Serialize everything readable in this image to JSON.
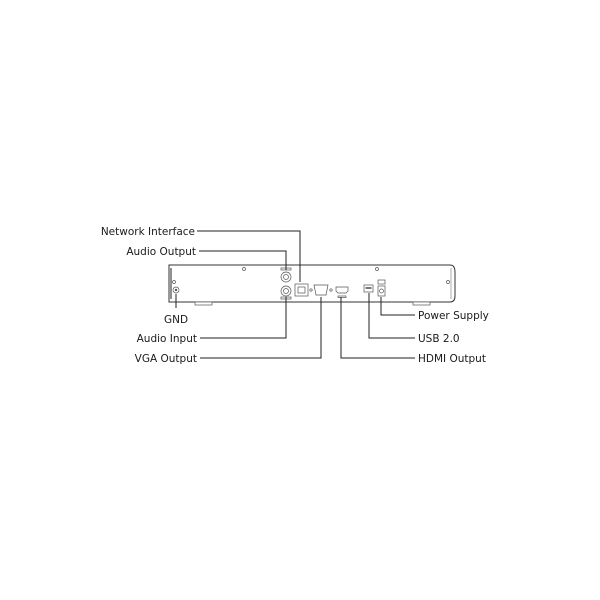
{
  "diagram": {
    "labels": {
      "network_interface": "Network Interface",
      "audio_output": "Audio Output",
      "gnd": "GND",
      "audio_input": "Audio Input",
      "vga_output": "VGA Output",
      "power_supply": "Power Supply",
      "usb": "USB 2.0",
      "hdmi_output": "HDMI Output"
    }
  }
}
